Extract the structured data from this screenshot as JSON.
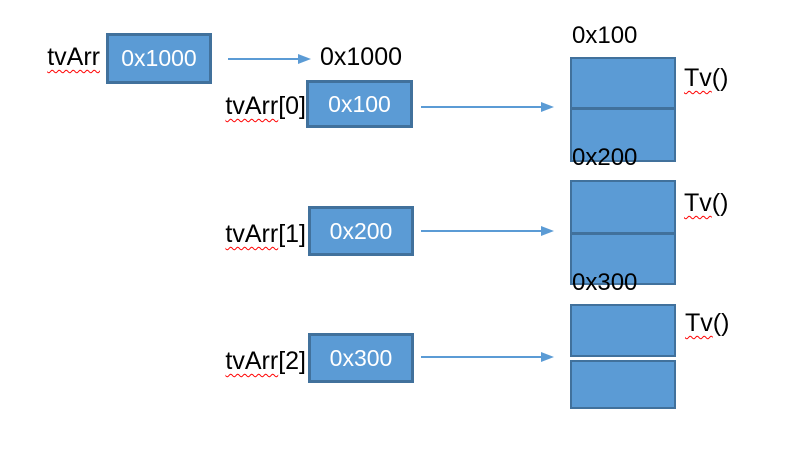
{
  "colors": {
    "box_fill": "#5B9BD5",
    "box_border": "#41719C",
    "arrow": "#5B9BD5",
    "label_text": "#000000",
    "box_text": "#FFFFFF",
    "squiggle": "#FF0000",
    "background": "#FFFFFF"
  },
  "pointer_var": {
    "name": "tvArr",
    "value": "0x1000",
    "deref_label": "0x1000"
  },
  "array_slots": [
    {
      "base": "tvArr",
      "index": "[0]",
      "value": "0x100"
    },
    {
      "base": "tvArr",
      "index": "[1]",
      "value": "0x200"
    },
    {
      "base": "tvArr",
      "index": "[2]",
      "value": "0x300"
    }
  ],
  "heap_objects": [
    {
      "address": "0x100",
      "method_name": "Tv",
      "method_suffix": "()"
    },
    {
      "address": "0x200",
      "method_name": "Tv",
      "method_suffix": "()"
    },
    {
      "address": "0x300",
      "method_name": "Tv",
      "method_suffix": "()"
    }
  ]
}
